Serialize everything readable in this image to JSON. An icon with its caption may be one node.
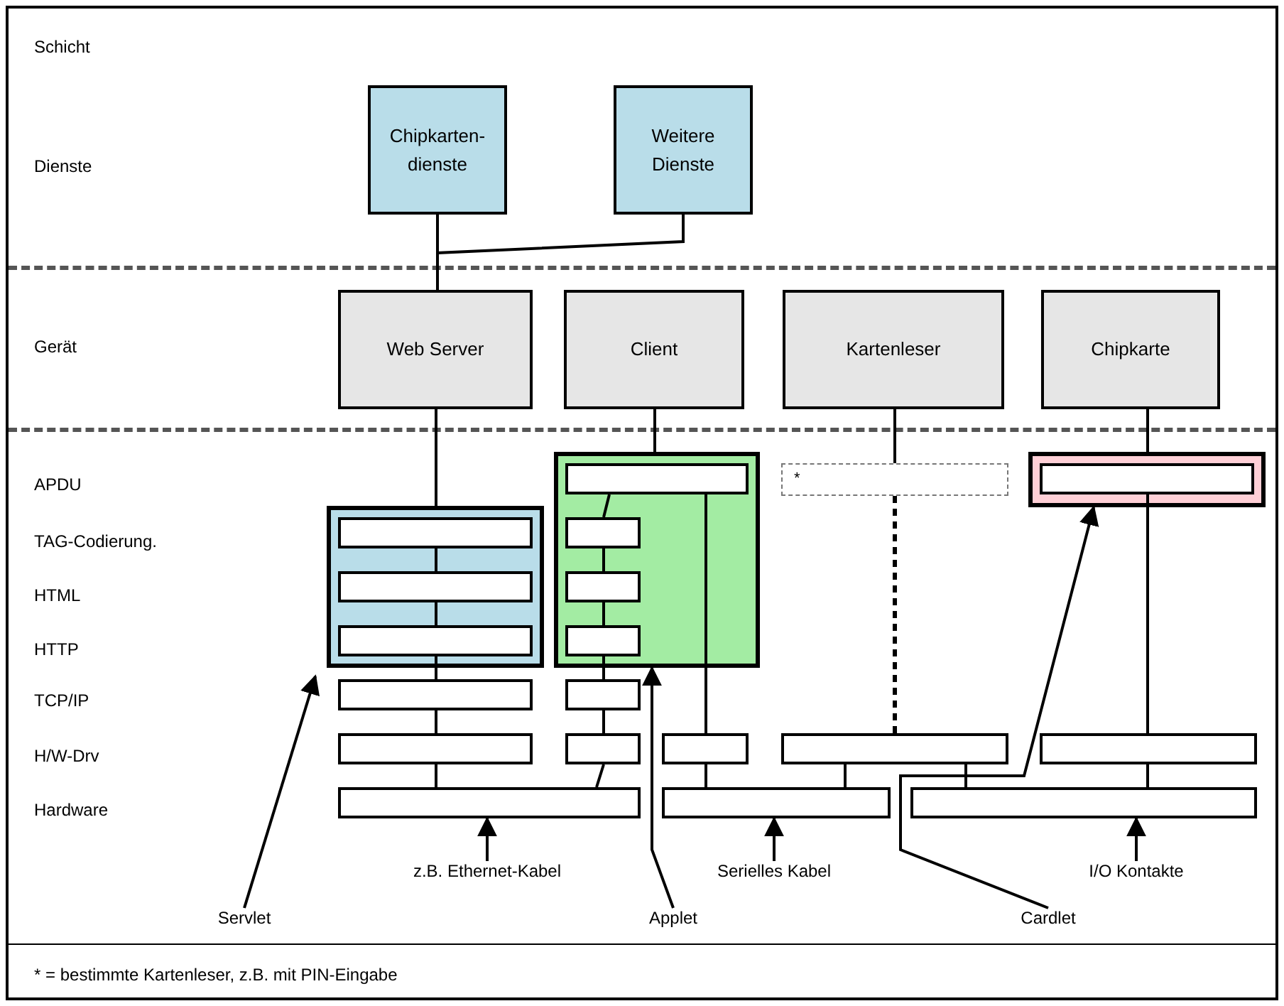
{
  "diagram": {
    "nodes": [
      {
        "text": [
          "Chipkarten- dienste"
        ]
      },
      {
        "text": [
          "Weitere Dienste"
        ]
      },
      {
        "text": [
          "Web Server"
        ]
      },
      {
        "text": [
          "Client"
        ]
      },
      {
        "text": [
          "Kartenleser"
        ]
      },
      {
        "text": [
          "Chipkarte"
        ]
      },
      {
        "text": [],
        "shape": "box"
      },
      {
        "text": [],
        "shape": "bar",
        "in": 6
      },
      {
        "text": [],
        "shape": "bar",
        "in": 6
      },
      {
        "text": [],
        "shape": "bar",
        "in": 6
      },
      {
        "text": [],
        "shape": "bar"
      },
      {
        "text": [],
        "shape": "bar"
      },
      {
        "text": [],
        "shape": "box"
      },
      {
        "text": [],
        "shape": "bar",
        "in": 12
      },
      {
        "text": [],
        "shape": "bar",
        "in": 12
      },
      {
        "text": [],
        "shape": "bar",
        "in": 12
      },
      {
        "text": [],
        "shape": "bar",
        "in": 12
      },
      {
        "text": [],
        "shape": "bar"
      },
      {
        "text": [],
        "shape": "bar"
      },
      {
        "text": [],
        "shape": "bar"
      },
      {
        "text": [
          "*"
        ]
      },
      {
        "text": [],
        "shape": "box"
      },
      {
        "text": [],
        "shape": "bar",
        "in": 21
      },
      {
        "text": [],
        "shape": "bar"
      },
      {
        "text": [],
        "shape": "bar"
      },
      {
        "text": [],
        "shape": "bar"
      },
      {
        "text": [],
        "shape": "bar"
      },
      {
        "text": [],
        "shape": "bar"
      },
      {
        "text": [
          "z.B. Ethernet-Kabel"
        ]
      },
      {
        "text": [
          "Serielles Kabel"
        ]
      },
      {
        "text": [
          "I/O Kontakte"
        ]
      },
      {
        "text": [
          "Servlet"
        ]
      },
      {
        "text": [
          "Applet"
        ]
      },
      {
        "text": [
          "Cardlet"
        ]
      }
    ],
    "edges": [
      {
        "from": 0,
        "to": 2,
        "arrow": "none"
      },
      {
        "from": 1,
        "to": 2,
        "arrow": "none"
      },
      {
        "from": 2,
        "to": 6,
        "arrow": "none"
      },
      {
        "from": 3,
        "to": 12,
        "arrow": "none"
      },
      {
        "from": 4,
        "to": 20,
        "arrow": "none"
      },
      {
        "from": 5,
        "to": 21,
        "arrow": "none"
      },
      {
        "from": 7,
        "to": 8,
        "arrow": "none"
      },
      {
        "from": 8,
        "to": 9,
        "arrow": "none"
      },
      {
        "from": 9,
        "to": 10,
        "arrow": "none"
      },
      {
        "from": 10,
        "to": 11,
        "arrow": "none"
      },
      {
        "from": 11,
        "to": 25,
        "arrow": "none"
      },
      {
        "from": 13,
        "to": 14,
        "arrow": "none"
      },
      {
        "from": 14,
        "to": 15,
        "arrow": "none"
      },
      {
        "from": 15,
        "to": 16,
        "arrow": "none"
      },
      {
        "from": 16,
        "to": 17,
        "arrow": "none"
      },
      {
        "from": 17,
        "to": 18,
        "arrow": "none"
      },
      {
        "from": 18,
        "to": 25,
        "arrow": "none"
      },
      {
        "from": 13,
        "to": 19,
        "arrow": "none"
      },
      {
        "from": 19,
        "to": 26,
        "arrow": "none"
      },
      {
        "from": 20,
        "to": 23,
        "arrow": "none",
        "style": "dashed"
      },
      {
        "from": 23,
        "to": 26,
        "arrow": "none"
      },
      {
        "from": 23,
        "to": 27,
        "arrow": "none"
      },
      {
        "from": 22,
        "to": 24,
        "arrow": "none"
      },
      {
        "from": 24,
        "to": 27,
        "arrow": "none"
      },
      {
        "from": 28,
        "to": 25,
        "arrow": "to"
      },
      {
        "from": 29,
        "to": 26,
        "arrow": "to"
      },
      {
        "from": 30,
        "to": 27,
        "arrow": "to"
      },
      {
        "from": 31,
        "to": 6,
        "arrow": "to"
      },
      {
        "from": 32,
        "to": 12,
        "arrow": "to"
      },
      {
        "from": 33,
        "to": 21,
        "arrow": "to"
      }
    ],
    "labels": [
      "Schicht",
      "Dienste",
      "Gerät",
      "APDU",
      "TAG-Codierung.",
      "HTML",
      "HTTP",
      "TCP/IP",
      "H/W-Drv",
      "Hardware",
      "* = bestimmte Kartenleser, z.B. mit PIN-Eingabe"
    ]
  }
}
